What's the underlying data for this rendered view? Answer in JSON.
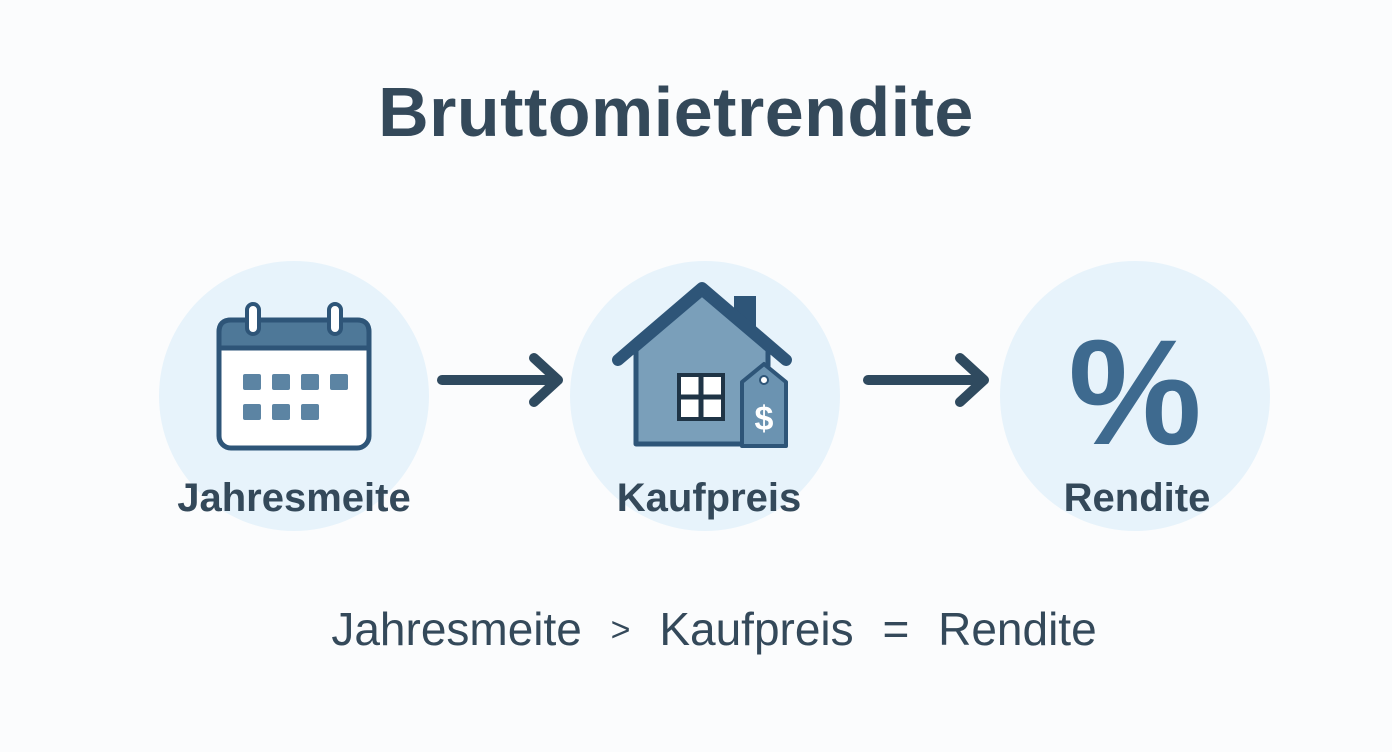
{
  "title": "Bruttomietrendite",
  "nodes": [
    {
      "label": "Jahresmeite",
      "icon": "calendar-icon"
    },
    {
      "label": "Kaufpreis",
      "icon": "house-price-tag-icon"
    },
    {
      "label": "Rendite",
      "icon": "percent-icon"
    }
  ],
  "percent_glyph": "%",
  "price_tag_glyph": "$",
  "formula": {
    "term1": "Jahresmeite",
    "op1": ">",
    "term2": "Kaufpreis",
    "op2": "=",
    "result": "Rendite"
  },
  "colors": {
    "text": "#34495a",
    "circle_bg": "#e7f3fb",
    "icon_dark": "#2e5578",
    "icon_fill": "#7a9fba",
    "arrow": "#2f4a5f"
  }
}
